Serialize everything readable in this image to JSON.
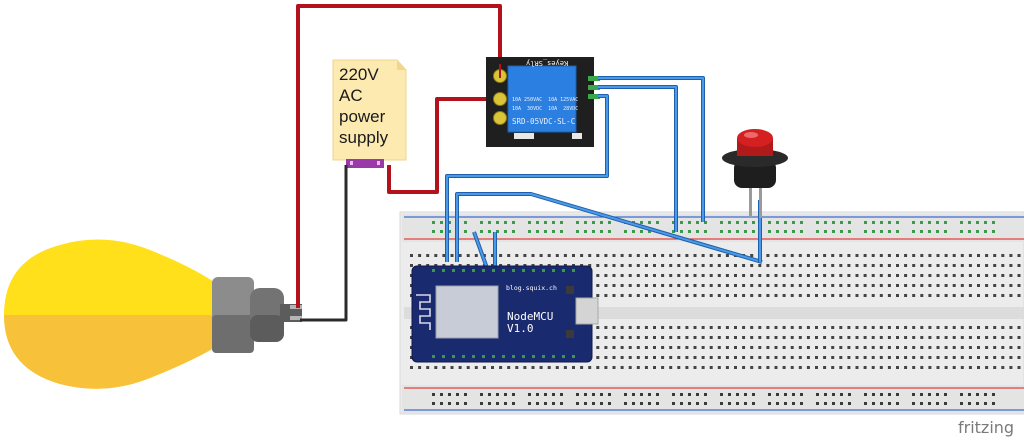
{
  "power_supply": {
    "label_lines": [
      "220V",
      "AC",
      "power",
      "supply"
    ]
  },
  "relay": {
    "brand": "Keyes_SRly",
    "rating_line1": "10A 250VAC  10A 125VAC",
    "rating_line2": "10A  30VDC  10A  28VDC",
    "model": "SRD-05VDC-SL-C"
  },
  "nodemcu": {
    "website": "blog.squix.ch",
    "title_line1": "NodeMCU",
    "title_line2": "V1.0"
  },
  "watermark": "fritzing",
  "colors": {
    "mains_wire": "#b3121c",
    "neutral_wire": "#2b2b2b",
    "signal_wire": "#2f7fd6",
    "bulb_glass": "#ffe01a",
    "bulb_glass_lower": "#f7c23a",
    "relay_board": "#1f1f1f",
    "relay_coil": "#2b7fe0",
    "nodemcu_board": "#1a2a6e",
    "button_cap": "#d42020",
    "breadboard": "#ececec",
    "rail_red": "#e0403c",
    "rail_blue": "#3b6fd0"
  }
}
